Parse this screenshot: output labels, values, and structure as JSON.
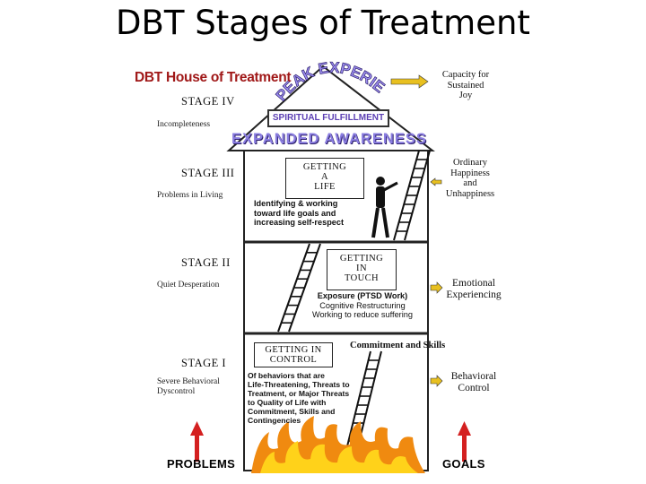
{
  "slide_title": "DBT Stages of Treatment",
  "house_title": "DBT House of Treatment",
  "peak_experiences": "PEAK EXPERIENCES",
  "spiritual_fulfillment": "SPIRITUAL FULFILLMENT",
  "expanded_awareness": "EXPANDED AWARENESS",
  "stages": [
    {
      "stage": "STAGE IV",
      "problem": "Incompleteness"
    },
    {
      "stage": "STAGE III",
      "problem": "Problems in Living"
    },
    {
      "stage": "STAGE II",
      "problem": "Quiet Desperation"
    },
    {
      "stage": "STAGE I",
      "problem_line1": "Severe Behavioral",
      "problem_line2": "Dyscontrol"
    }
  ],
  "floors": {
    "getting_a_life": {
      "line1": "GETTING",
      "line2": "A",
      "line3": "LIFE",
      "desc": [
        "Identifying & working",
        "toward life goals and",
        "increasing self-respect"
      ]
    },
    "getting_in_touch": {
      "line1": "GETTING",
      "line2": "IN",
      "line3": "TOUCH",
      "desc": [
        "Exposure (PTSD Work)",
        "Cognitive Restructuring",
        "Working to reduce suffering"
      ]
    },
    "getting_in_control": {
      "line1": "GETTING IN",
      "line2": "CONTROL",
      "desc": [
        "Of behaviors that are",
        "Life-Threatening, Threats to",
        "Treatment, or Major Threats",
        "to Quality of Life with",
        "Commitment, Skills and",
        "Contingencies"
      ]
    }
  },
  "commitment": "Commitment and Skills",
  "goals_right": {
    "g1": [
      "Capacity for",
      "Sustained",
      "Joy"
    ],
    "g2": [
      "Ordinary",
      "Happiness",
      "and",
      "Unhappiness"
    ],
    "g3": [
      "Emotional",
      "Experiencing"
    ],
    "g4": [
      "Behavioral",
      "Control"
    ]
  },
  "problems_label": "PROBLEMS",
  "goals_label": "GOALS",
  "colors": {
    "roof_title": "#a01818",
    "peak": "#8a7de0",
    "arrow_red": "#d42020",
    "arrow_gold": "#e8c020",
    "fire_orange": "#f08a10",
    "fire_yellow": "#ffd21a"
  }
}
